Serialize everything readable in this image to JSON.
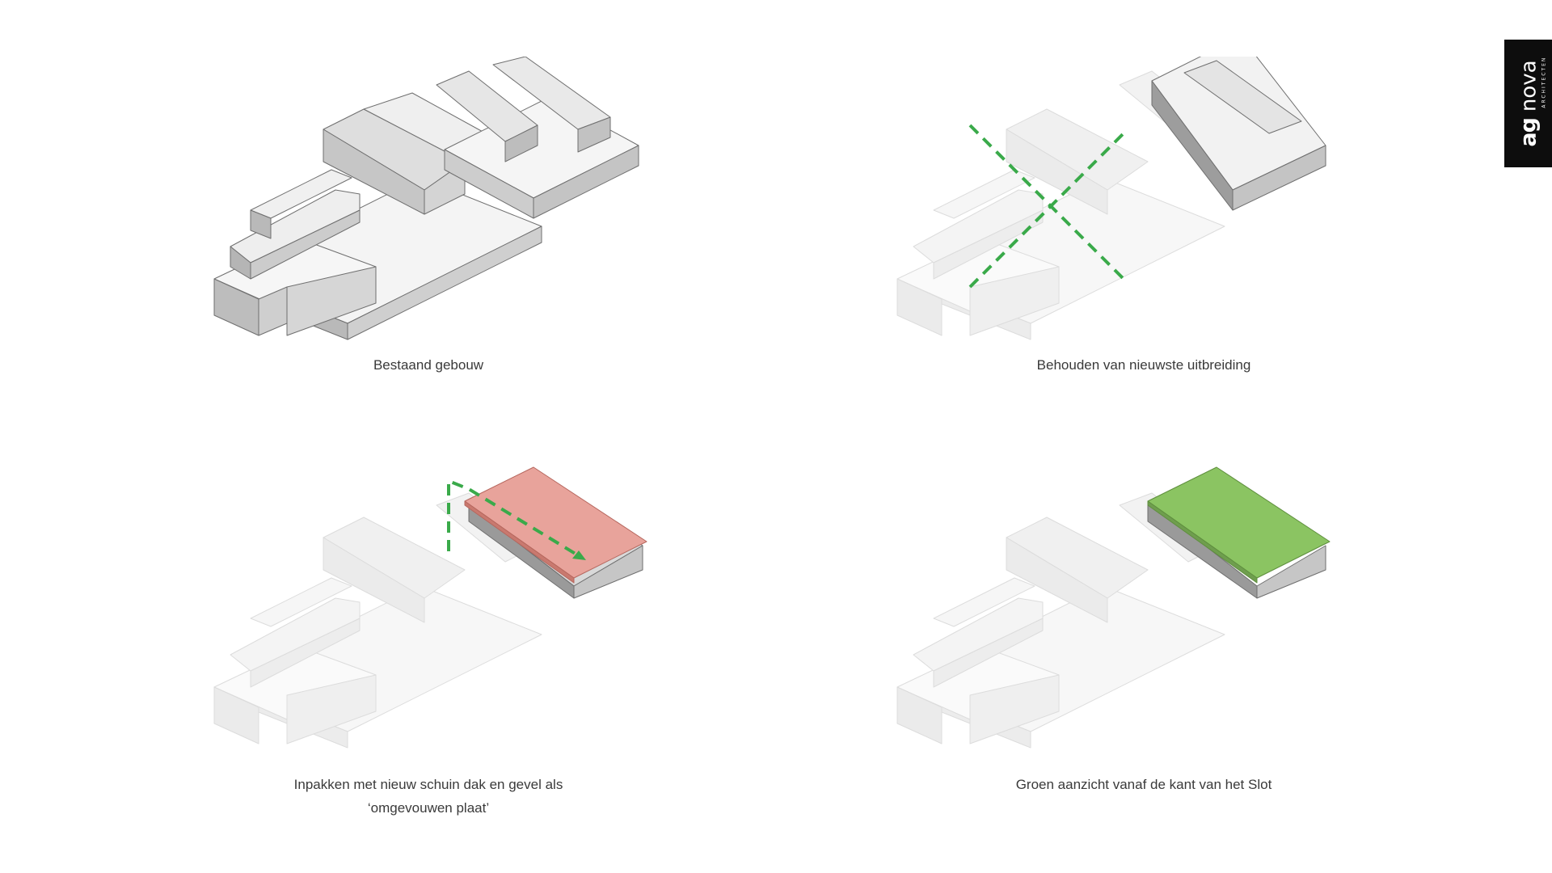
{
  "panels": [
    {
      "caption_lines": [
        "Bestaand gebouw"
      ],
      "style": "shaded"
    },
    {
      "caption_lines": [
        "Behouden van nieuwste uitbreiding"
      ],
      "style": "faded-cross"
    },
    {
      "caption_lines": [
        "Inpakken met nieuw schuin dak en gevel als",
        "‘omgevouwen plaat’"
      ],
      "style": "faded-red-roof"
    },
    {
      "caption_lines": [
        "Groen aanzicht vanaf de kant van het Slot"
      ],
      "style": "faded-green-roof"
    }
  ],
  "logo": {
    "mark": "ag",
    "word": "nova",
    "sub": "ARCHITECTEN"
  },
  "colors": {
    "accent_green": "#3aaa4a",
    "roof_red": "#e8a39b",
    "roof_green": "#8bc462",
    "massing_gray": "#d4d4d4"
  }
}
